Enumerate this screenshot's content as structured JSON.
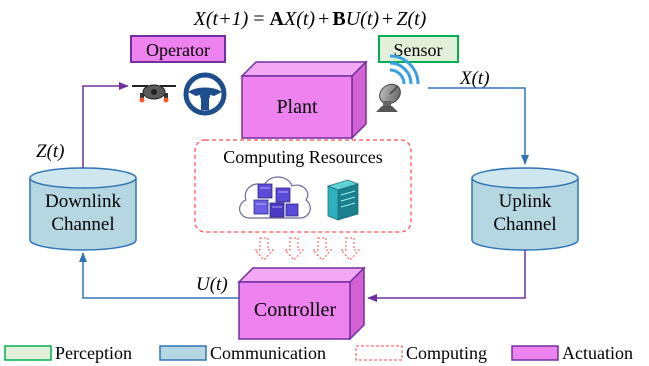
{
  "equation": {
    "lhs": "X(t+1)",
    "eq": "=",
    "A": "A",
    "x_term": "X(t)",
    "plus1": "+",
    "B": "B",
    "u_term": "U(t)",
    "plus2": "+",
    "z_term": "Z(t)"
  },
  "labels": {
    "operator": "Operator",
    "sensor": "Sensor",
    "plant": "Plant",
    "controller": "Controller",
    "computing_title": "Computing Resources",
    "downlink_line1": "Downlink",
    "downlink_line2": "Channel",
    "uplink_line1": "Uplink",
    "uplink_line2": "Channel"
  },
  "signals": {
    "x": "X(t)",
    "z": "Z(t)",
    "u": "U(t)"
  },
  "legend": [
    {
      "label": "Perception",
      "color": "#00b050"
    },
    {
      "label": "Communication",
      "color": "#2e75b6"
    },
    {
      "label": "Computing",
      "color": "#ff4b4b"
    },
    {
      "label": "Actuation",
      "color": "#7030a0"
    }
  ],
  "icons": [
    "drone-icon",
    "steering-wheel-icon",
    "satellite-dish-icon",
    "server-cloud-icon",
    "server-rack-icon"
  ],
  "colors": {
    "perception_fill": "#e2f0d9",
    "perception_border": "#00b050",
    "communication_fill": "#b4d7e2",
    "communication_border": "#2e75b6",
    "computing_border": "#ff4b4b",
    "actuation_fill": "#ee82ee",
    "actuation_border": "#7030a0",
    "communication_arrow": "#2e75b6",
    "actuation_arrow": "#7030a0"
  }
}
